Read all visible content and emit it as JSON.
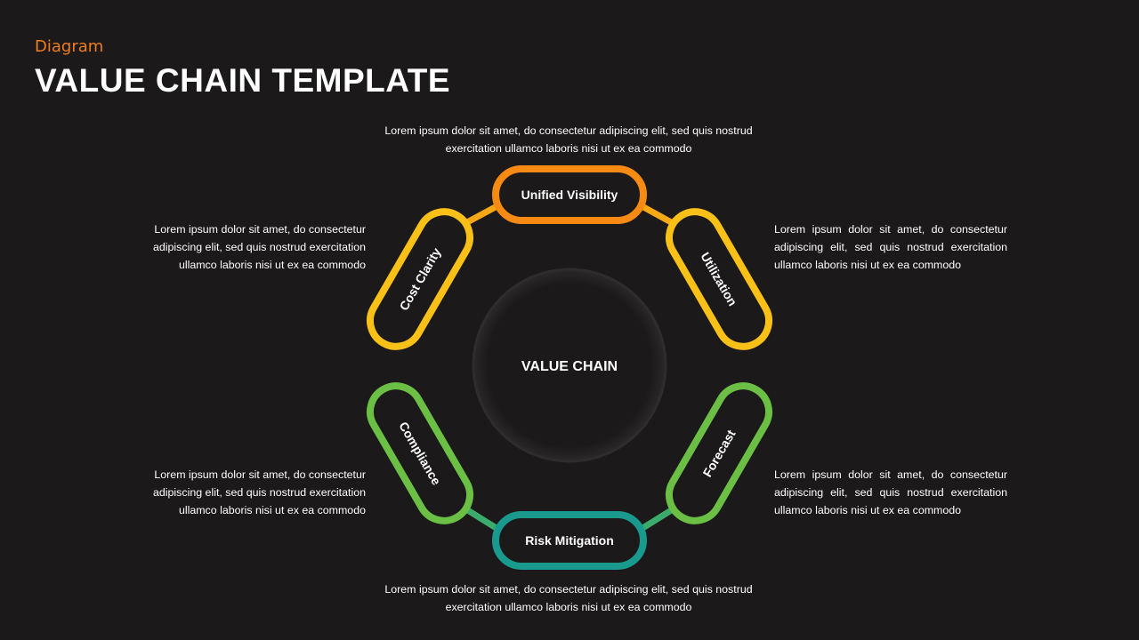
{
  "header": {
    "subtitle": "Diagram",
    "title": "VALUE CHAIN TEMPLATE"
  },
  "center": {
    "label": "VALUE CHAIN"
  },
  "links": [
    {
      "label": "Unified Visibility",
      "color": "#f78a12"
    },
    {
      "label": "Utilization",
      "color": "#f9c017"
    },
    {
      "label": "Forecast",
      "color": "#6bbf44"
    },
    {
      "label": "Risk Mitigation",
      "color": "#1a9a8f"
    },
    {
      "label": "Compliance",
      "color": "#6bbf44"
    },
    {
      "label": "Cost Clarity",
      "color": "#f9c017"
    }
  ],
  "descriptions": {
    "top": "Lorem ipsum dolor sit amet, do consectetur adipiscing elit, sed quis nostrud exercitation ullamco laboris nisi ut ex ea commodo",
    "right_top": "Lorem ipsum dolor sit amet, do consectetur adipiscing elit, sed quis nostrud exercitation ullamco laboris nisi ut ex ea commodo",
    "right_bottom": "Lorem ipsum dolor sit amet, do consectetur adipiscing elit, sed quis nostrud exercitation ullamco laboris nisi ut ex ea commodo",
    "bottom": "Lorem ipsum dolor sit amet, do consectetur adipiscing elit, sed quis nostrud exercitation ullamco laboris nisi ut ex ea commodo",
    "left_bottom": "Lorem ipsum dolor sit amet, do consectetur adipiscing elit, sed quis nostrud exercitation ullamco laboris nisi ut ex ea commodo",
    "left_top": "Lorem ipsum dolor sit amet, do consectetur adipiscing elit, sed quis nostrud exercitation ullamco laboris nisi ut ex ea commodo"
  }
}
